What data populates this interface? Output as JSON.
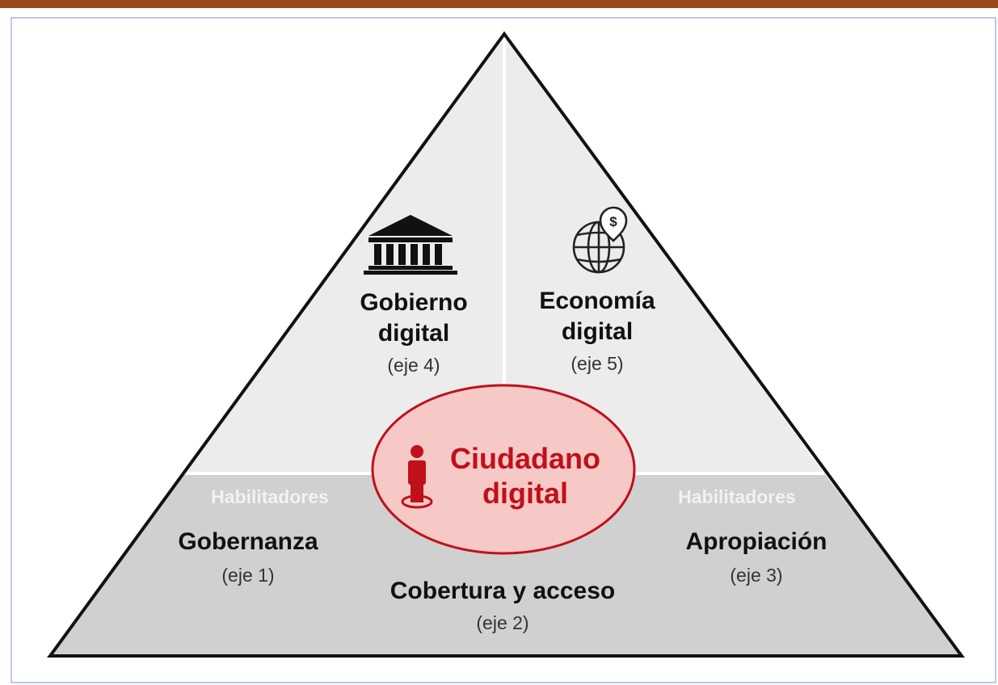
{
  "colors": {
    "top_rule": "#9a4a1c",
    "frame": "#a9b9de",
    "upper_fill": "#ececec",
    "lower_fill": "#d0d0d0",
    "outline": "#111111",
    "center_fill": "#f6c9c6",
    "center_stroke": "#c0101a",
    "accent_red": "#c0101a"
  },
  "upper": {
    "left": {
      "icon": "bank-building-icon",
      "title_line1": "Gobierno",
      "title_line2": "digital",
      "axis": "(eje 4)"
    },
    "right": {
      "icon": "globe-dollar-icon",
      "title_line1": "Economía",
      "title_line2": "digital",
      "axis": "(eje 5)"
    }
  },
  "center": {
    "icon": "person-location-icon",
    "line1": "Ciudadano",
    "line2": "digital"
  },
  "lower": {
    "enabler_left": "Habilitadores",
    "enabler_right": "Habilitadores",
    "left": {
      "title": "Gobernanza",
      "axis": "(eje 1)"
    },
    "middle": {
      "title": "Cobertura y acceso",
      "axis": "(eje 2)"
    },
    "right": {
      "title": "Apropiación",
      "axis": "(eje 3)"
    }
  }
}
